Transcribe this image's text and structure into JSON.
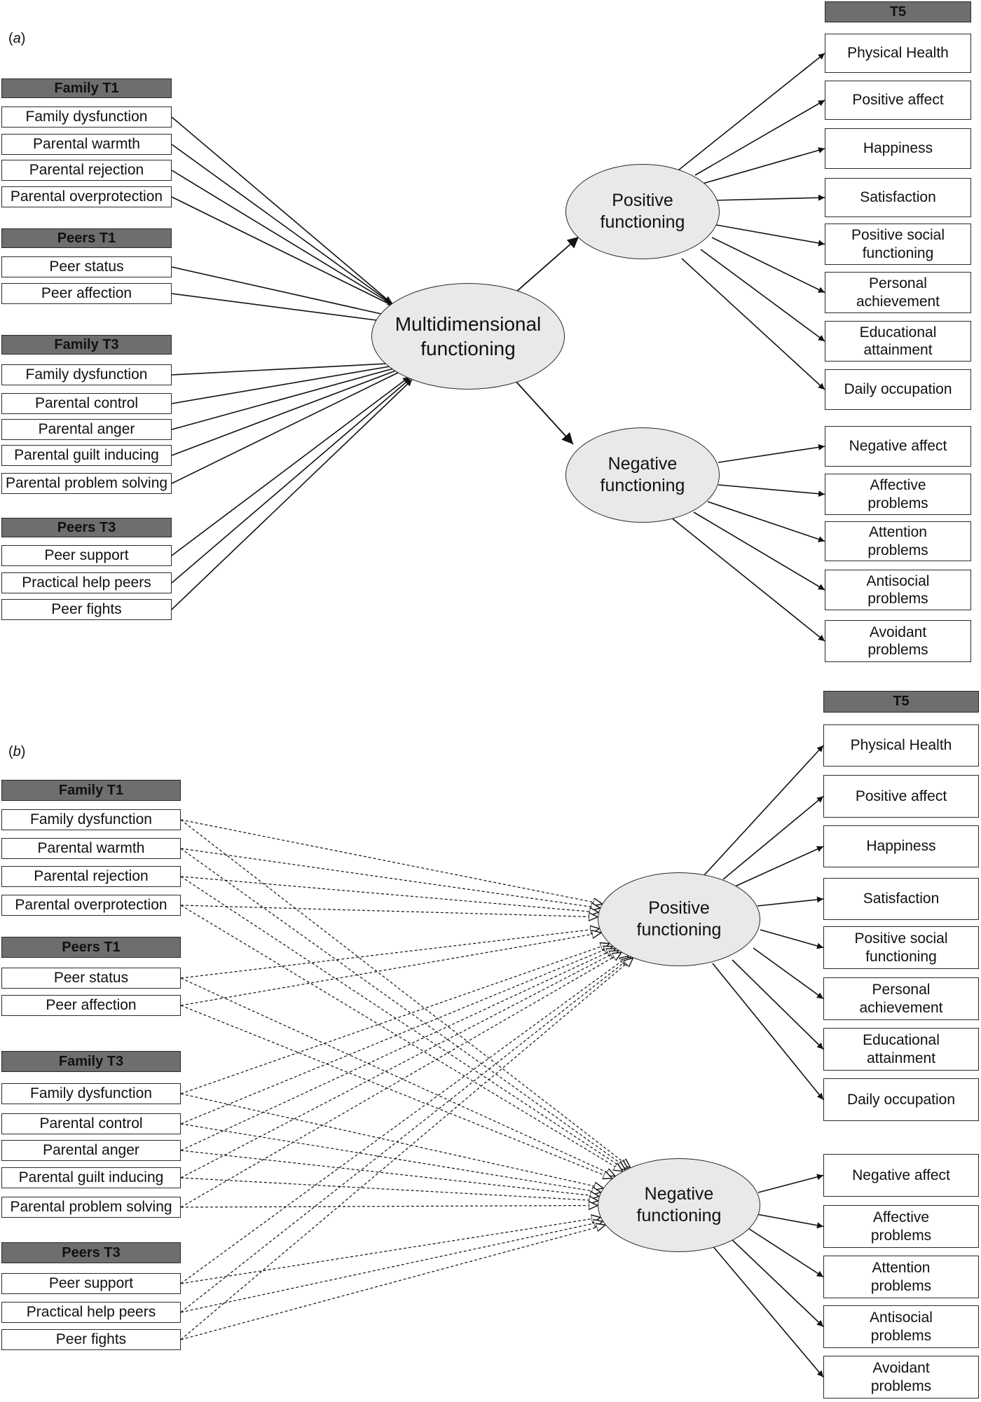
{
  "panel_a": {
    "label": "a",
    "outcome_header": "T5",
    "predictor_groups": [
      {
        "title": "Family T1",
        "items": [
          "Family dysfunction",
          "Parental warmth",
          "Parental rejection",
          "Parental overprotection"
        ]
      },
      {
        "title": "Peers T1",
        "items": [
          "Peer status",
          "Peer affection"
        ]
      },
      {
        "title": "Family T3",
        "items": [
          "Family dysfunction",
          "Parental control",
          "Parental anger",
          "Parental guilt inducing",
          "Parental problem solving"
        ]
      },
      {
        "title": "Peers T3",
        "items": [
          "Peer support",
          "Practical help peers",
          "Peer fights"
        ]
      }
    ],
    "central_factor": "Multidimensional functioning",
    "positive_factor": "Positive functioning",
    "negative_factor": "Negative functioning",
    "positive_outcomes": [
      "Physical Health",
      "Positive affect",
      "Happiness",
      "Satisfaction",
      "Positive social functioning",
      "Personal achievement",
      "Educational attainment",
      "Daily occupation"
    ],
    "negative_outcomes": [
      "Negative affect",
      "Affective problems",
      "Attention problems",
      "Antisocial problems",
      "Avoidant problems"
    ]
  },
  "panel_b": {
    "label": "b",
    "outcome_header": "T5",
    "predictor_groups": [
      {
        "title": "Family T1",
        "items": [
          "Family dysfunction",
          "Parental warmth",
          "Parental rejection",
          "Parental overprotection"
        ]
      },
      {
        "title": "Peers T1",
        "items": [
          "Peer status",
          "Peer affection"
        ]
      },
      {
        "title": "Family T3",
        "items": [
          "Family dysfunction",
          "Parental control",
          "Parental anger",
          "Parental guilt inducing",
          "Parental problem solving"
        ]
      },
      {
        "title": "Peers T3",
        "items": [
          "Peer support",
          "Practical help peers",
          "Peer fights"
        ]
      }
    ],
    "positive_factor": "Positive functioning",
    "negative_factor": "Negative functioning",
    "positive_outcomes": [
      "Physical Health",
      "Positive affect",
      "Happiness",
      "Satisfaction",
      "Positive social functioning",
      "Personal achievement",
      "Educational attainment",
      "Daily occupation"
    ],
    "negative_outcomes": [
      "Negative affect",
      "Affective problems",
      "Attention problems",
      "Antisocial problems",
      "Avoidant problems"
    ]
  },
  "colors": {
    "header_fill": "#6e6e6e",
    "factor_fill": "#e9e9e9",
    "line": "#111111"
  }
}
